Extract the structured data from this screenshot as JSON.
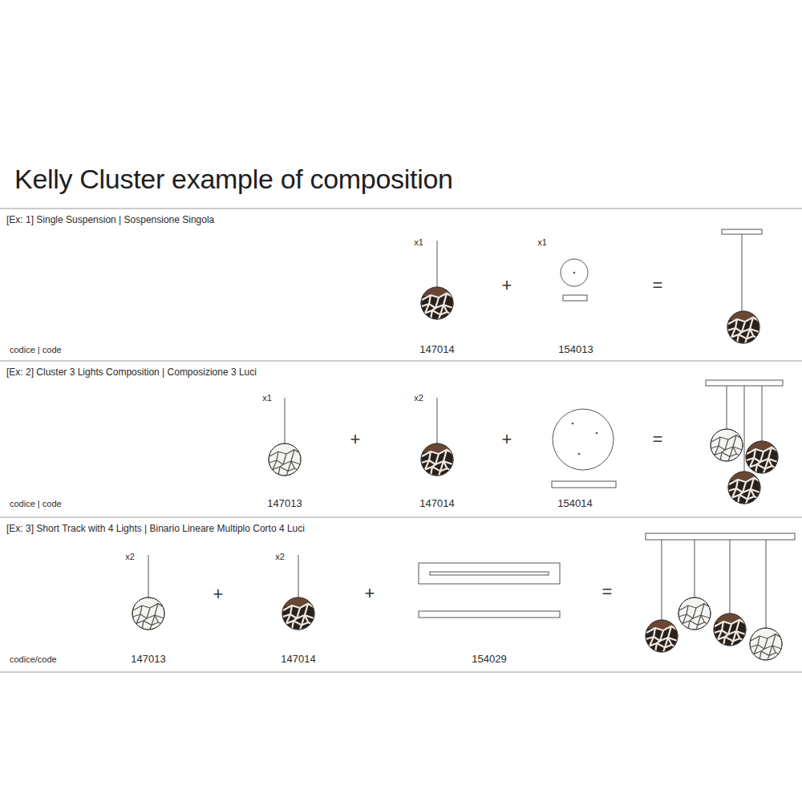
{
  "diagram": {
    "title": "Kelly Cluster example of composition",
    "labels": [
      "[Ex: 1] Single Suspension | Sospensione Singola",
      "x1",
      "x1",
      "+",
      "=",
      "codice | code",
      "147014",
      "154013",
      "[Ex: 2] Cluster 3 Lights Composition | Composizione 3 Luci",
      "x1",
      "x2",
      "+",
      "+",
      "=",
      "codice | code",
      "147013",
      "147014",
      "154014",
      "[Ex: 3] Short Track with 4 Lights | Binario Lineare Multiplo Corto 4 Luci",
      "x2",
      "x2",
      "+",
      "+",
      "=",
      "codice/code",
      "147013",
      "147014",
      "154029"
    ]
  }
}
